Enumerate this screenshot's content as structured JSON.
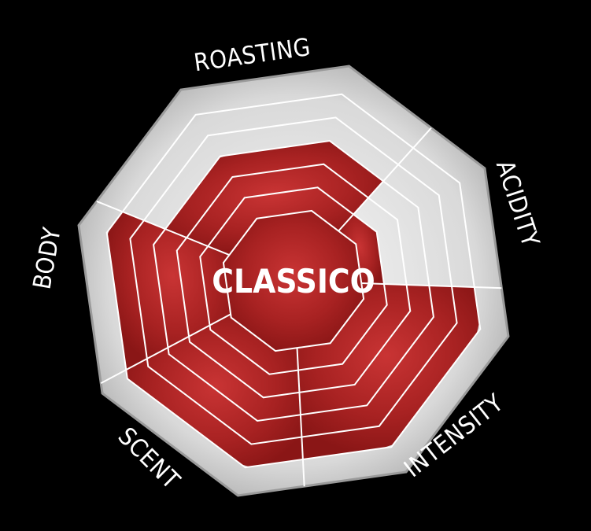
{
  "chart_data": {
    "type": "radar",
    "title": "CLASSICO",
    "levels": 5,
    "max": 5,
    "axes": [
      "ROASTING",
      "ACIDITY",
      "INTENSITY",
      "SCENT",
      "BODY"
    ],
    "values": [
      3,
      1,
      5,
      5,
      5
    ],
    "colors": {
      "fill": "#9e1d1d",
      "fill_light": "#c23232",
      "ring": "#e2e2e2",
      "ring_dark": "#a9a9a9",
      "background": "#000000",
      "text": "#ffffff"
    }
  }
}
